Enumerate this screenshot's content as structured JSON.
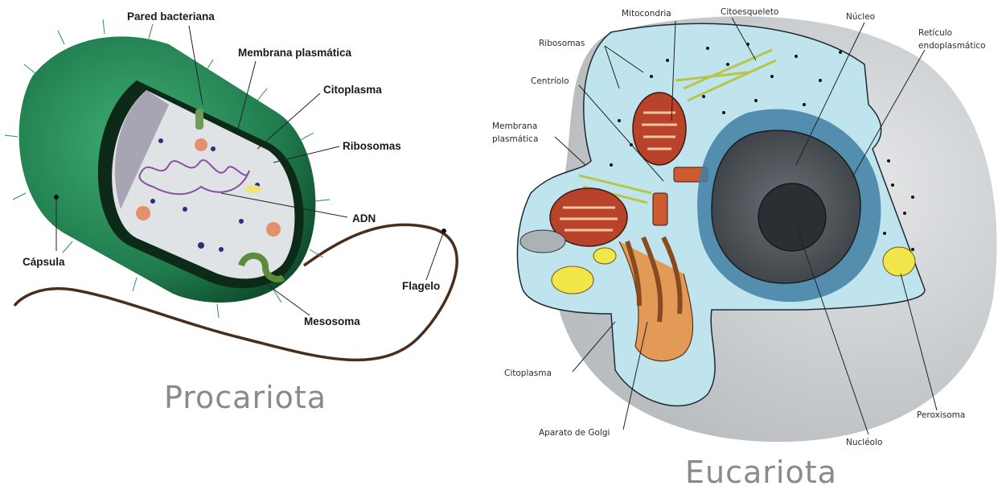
{
  "prokaryote": {
    "title": "Procariota",
    "labels": {
      "pared": "Pared bacteriana",
      "membrana": "Membrana plasmática",
      "citoplasma": "Citoplasma",
      "ribosomas": "Ribosomas",
      "adn": "ADN",
      "capsula": "Cápsula",
      "mesosoma": "Mesosoma",
      "flagelo": "Flagelo"
    }
  },
  "eukaryote": {
    "title": "Eucariota",
    "labels": {
      "mitocondria": "Mitocondria",
      "citoesqueleto": "Citoesqueleto",
      "nucleo": "Núcleo",
      "reticulo_1": "Retículo",
      "reticulo_2": "endoplasmático",
      "ribosomas": "Ribosomas",
      "centriolo": "Centríolo",
      "membrana_1": "Membrana",
      "membrana_2": "plasmática",
      "citoplasma": "Citoplasma",
      "aparato_golgi": "Aparato de Golgi",
      "nucleolo": "Nucléolo",
      "peroxisoma": "Peroxisoma"
    }
  },
  "colors": {
    "capsule": "#1f7a4c",
    "cell_wall": "#0d2a18",
    "prokaryote_cytoplasm": "#dfe3e6",
    "eukaryote_cytoplasm": "#bfe4ee",
    "outer_shell": "#cdd0d2",
    "mitochondria": "#b8432a",
    "golgi": "#e39a56",
    "nucleus": "#5b6166",
    "er": "#3f7fa3",
    "peroxisome": "#f2e64a",
    "title_gray": "#8a8a8a"
  }
}
